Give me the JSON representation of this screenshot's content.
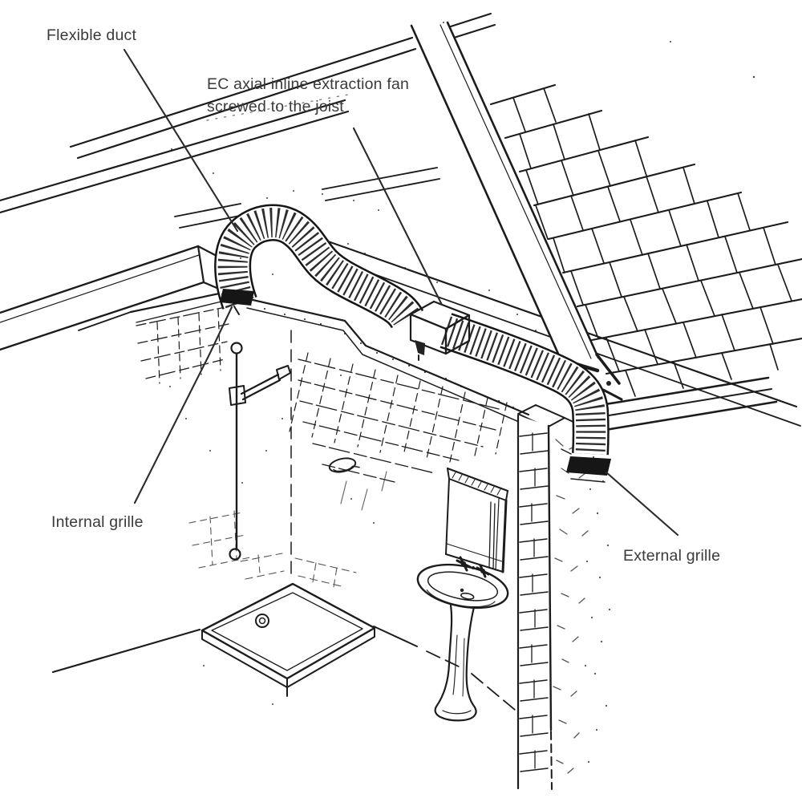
{
  "figure": {
    "kind": "technical line illustration",
    "colors": {
      "background": "#ffffff",
      "ink": "#1c1c1c",
      "label_text": "#3a3a3a"
    },
    "labels": {
      "flexible_duct": "Flexible duct",
      "extraction_fan_line1": "EC axial inline extraction fan",
      "extraction_fan_line2": "screwed to the joist",
      "internal_grille": "Internal grille",
      "external_grille": "External grille"
    }
  }
}
